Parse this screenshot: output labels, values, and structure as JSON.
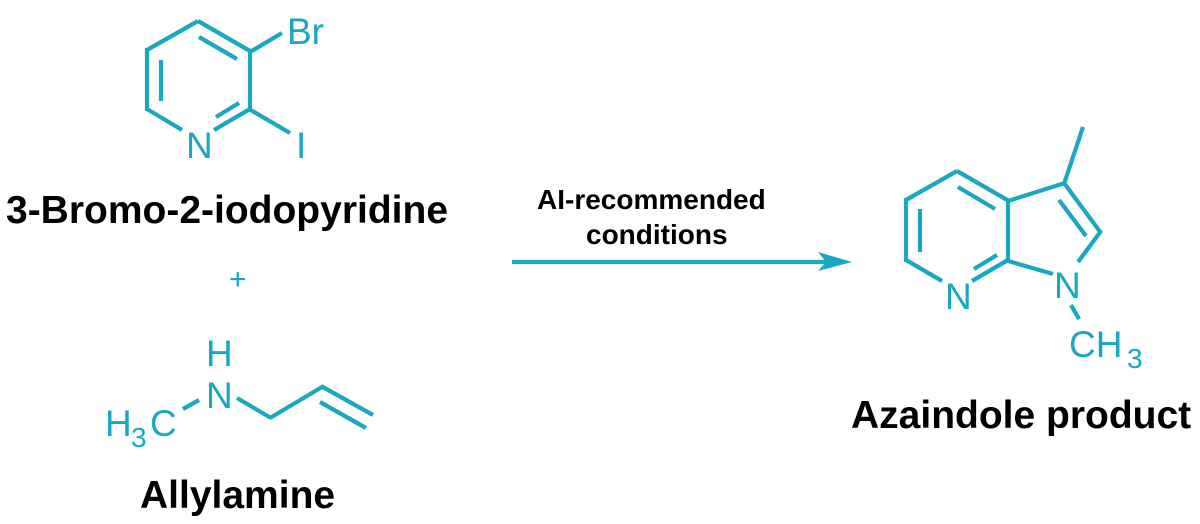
{
  "scheme": {
    "type": "chemical-reaction",
    "colors": {
      "structure": "#1aa7c0",
      "label": "#000000",
      "background": "#ffffff"
    },
    "reactant_1": {
      "name": "3-Bromo-2-iodopyridine",
      "atoms": {
        "ring_n": "N",
        "br": "Br",
        "i": "I"
      }
    },
    "plus_sign": "+",
    "reactant_2": {
      "name": "Allylamine",
      "atoms": {
        "h": "H",
        "n": "N",
        "methyl_h": "H",
        "methyl_sub": "3",
        "methyl_c": "C"
      }
    },
    "arrow": {
      "line1": "AI-recommended",
      "line2": "conditions"
    },
    "product": {
      "name": "Azaindole product",
      "atoms": {
        "ring_n": "N",
        "pyrrole_n": "N",
        "nmethyl_c": "CH",
        "nmethyl_sub": "3"
      }
    }
  }
}
